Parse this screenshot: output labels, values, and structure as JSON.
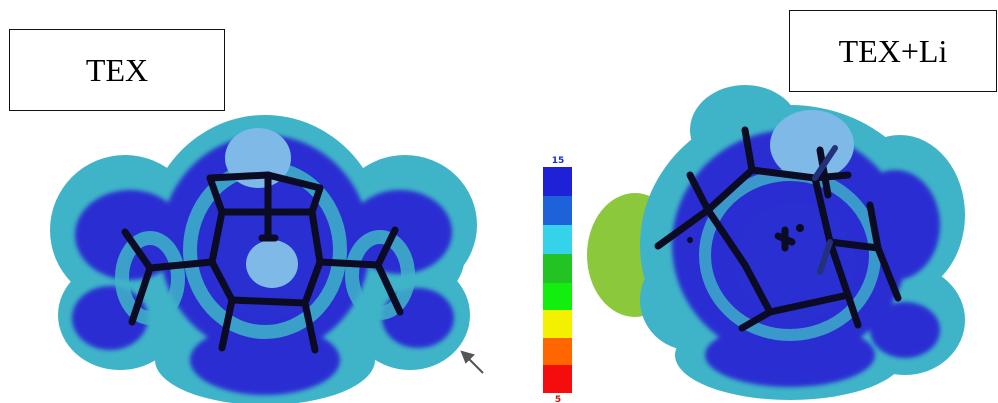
{
  "labels": {
    "left": "TEX",
    "right": "TEX+Li"
  },
  "color_scale": {
    "max_label": "15",
    "min_label": "5",
    "bands": [
      "#1f21d6",
      "#1e62d9",
      "#35d3ea",
      "#22c322",
      "#12ee0e",
      "#f4f100",
      "#ff6600",
      "#f50d0d"
    ]
  },
  "colors": {
    "surface_blue": "#2a2fd2",
    "surface_cyan": "#3fb4c8",
    "surface_lightblue": "#7eb9e8",
    "surface_green": "#8cc83c",
    "bonds": "#0b0b24"
  },
  "icons": [
    "arrow-pointer-icon"
  ]
}
